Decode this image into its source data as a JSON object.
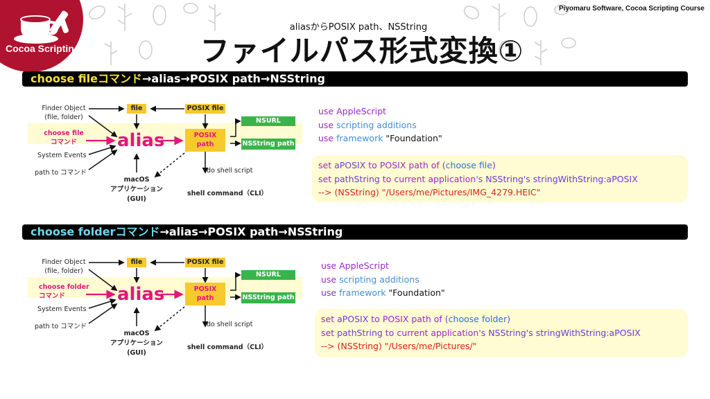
{
  "header": {
    "logo_text": "Cocoa Scripting",
    "course": "Piyomaru Software, Cocoa Scripting Course",
    "subtitle": "aliasからPOSIX path、NSString",
    "title": "ファイルパス形式変換①"
  },
  "colors": {
    "brand_red": "#b0132f",
    "section_bar": "#000000",
    "highlight_yellow": "#f3e03a",
    "highlight_cyan": "#6fd6f0",
    "alias_pink": "#e0177f",
    "box_yellow": "#f6c92e",
    "box_green": "#38b54a",
    "panel_bg": "#fffbd2"
  },
  "sections": [
    {
      "header_highlight": "choose fileコマンド",
      "header_rest": "→alias→POSIX path→NSString",
      "diagram": {
        "finder_object": [
          "Finder Object",
          "(file, folder)"
        ],
        "choose_cmd": [
          "choose file",
          "コマンド"
        ],
        "system_events": "System Events",
        "path_to": "path to コマンド",
        "file_box": "file",
        "alias": "alias",
        "macos_app": [
          "macOS",
          "アプリケーション",
          "(GUI)"
        ],
        "posix_file_box": "POSIX file",
        "posix_path_box": [
          "POSIX",
          "path"
        ],
        "nsurl_box": "NSURL",
        "nsstring_box": "NSString path",
        "do_shell": "do shell script",
        "shell_cmd": "shell command（CLI）"
      },
      "code_use": [
        {
          "kw": "use",
          "name": "AppleScript",
          "arg": ""
        },
        {
          "kw": "use",
          "name": "scripting additions",
          "arg": ""
        },
        {
          "kw": "use",
          "name": "framework",
          "arg": " \"Foundation\""
        }
      ],
      "code_lines": {
        "l1": {
          "a": "set",
          "b": " aPOSIX ",
          "c": "to",
          "d": " POSIX path ",
          "e": "of",
          "f": " (",
          "g": "choose file",
          "h": ")"
        },
        "l2": {
          "a": "set",
          "b": " pathString ",
          "c": "to",
          "d": " current application",
          "e": "'s NSString's stringWithString:aPOSIX"
        },
        "l3": "--> (NSString) \"/Users/me/Pictures/IMG_4279.HEIC\""
      }
    },
    {
      "header_highlight": "choose folderコマンド",
      "header_rest": "→alias→POSIX path→NSString",
      "diagram": {
        "finder_object": [
          "Finder Object",
          "(file, folder)"
        ],
        "choose_cmd": [
          "choose folder",
          "コマンド"
        ],
        "system_events": "System Events",
        "path_to": "path to コマンド",
        "file_box": "file",
        "alias": "alias",
        "macos_app": [
          "macOS",
          "アプリケーション",
          "(GUI)"
        ],
        "posix_file_box": "POSIX file",
        "posix_path_box": [
          "POSIX",
          "path"
        ],
        "nsurl_box": "NSURL",
        "nsstring_box": "NSString path",
        "do_shell": "do shell script",
        "shell_cmd": "shell command（CLI）"
      },
      "code_use": [
        {
          "kw": "use",
          "name": "AppleScript",
          "arg": ""
        },
        {
          "kw": "use",
          "name": "scripting additions",
          "arg": ""
        },
        {
          "kw": "use",
          "name": "framework",
          "arg": " \"Foundation\""
        }
      ],
      "code_lines": {
        "l1": {
          "a": "set",
          "b": " aPOSIX ",
          "c": "to",
          "d": " POSIX path ",
          "e": "of",
          "f": " (",
          "g": "choose folder",
          "h": ")"
        },
        "l2": {
          "a": "set",
          "b": " pathString ",
          "c": "to",
          "d": " current application",
          "e": "'s NSString's stringWithString:aPOSIX"
        },
        "l3": "--> (NSString) \"/Users/me/Pictures/\""
      }
    }
  ]
}
